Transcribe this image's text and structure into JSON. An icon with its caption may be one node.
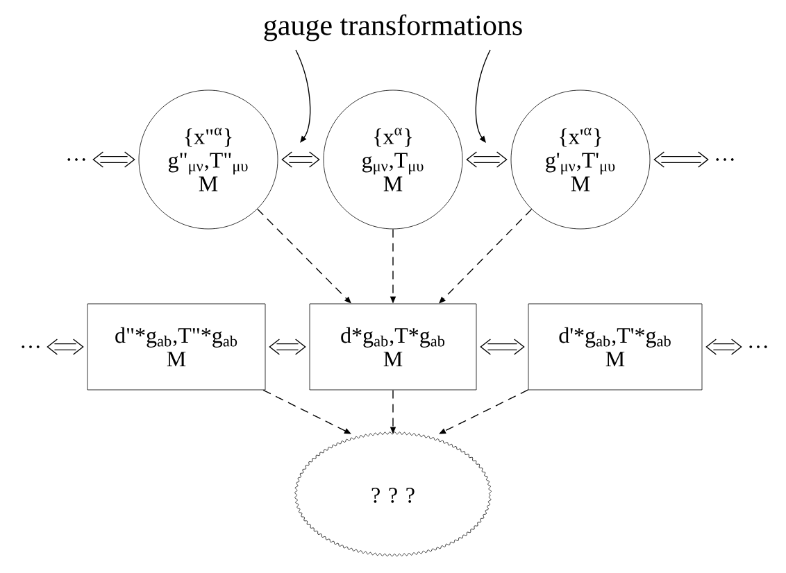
{
  "diagram": {
    "nodes": [
      {
        "text": [
          "gauge transformations"
        ]
      },
      {
        "text": [
          "…"
        ]
      },
      {
        "text": [
          "{x\"$^{α}$}",
          "g\"$_{μν}$,T\"$_{μυ}$",
          "M"
        ]
      },
      {
        "text": [
          "{x$^{α}$}",
          "g$_{μν}$,T$_{μυ}$",
          "M"
        ]
      },
      {
        "text": [
          "{x'$^{α}$}",
          "g'$_{μν}$,T'$_{μυ}$",
          "M"
        ]
      },
      {
        "text": [
          "…"
        ]
      },
      {
        "text": [
          "…"
        ]
      },
      {
        "text": [
          "d\"*g$_{ab}$,T\"*g$_{ab}$",
          "M"
        ]
      },
      {
        "text": [
          "d*g$_{ab}$,T*g$_{ab}$",
          "M"
        ]
      },
      {
        "text": [
          "d'*g$_{ab}$,T'*g$_{ab}$",
          "M"
        ]
      },
      {
        "text": [
          "…"
        ]
      },
      {
        "text": [
          "? ? ?"
        ]
      }
    ],
    "edges": [
      {
        "from": 1,
        "to": 2,
        "arrow": "both"
      },
      {
        "from": 2,
        "to": 3,
        "arrow": "both"
      },
      {
        "from": 3,
        "to": 4,
        "arrow": "both"
      },
      {
        "from": 4,
        "to": 5,
        "arrow": "both"
      },
      {
        "from": 6,
        "to": 7,
        "arrow": "both"
      },
      {
        "from": 7,
        "to": 8,
        "arrow": "both"
      },
      {
        "from": 8,
        "to": 9,
        "arrow": "both"
      },
      {
        "from": 9,
        "to": 10,
        "arrow": "both"
      },
      {
        "from": 0,
        "to": null,
        "arrow": "to"
      },
      {
        "from": 0,
        "to": null,
        "arrow": "to"
      },
      {
        "from": 2,
        "to": 8,
        "arrow": "to",
        "style": "dashed"
      },
      {
        "from": 3,
        "to": 8,
        "arrow": "to",
        "style": "dashed"
      },
      {
        "from": 4,
        "to": 8,
        "arrow": "to",
        "style": "dashed"
      },
      {
        "from": 7,
        "to": 11,
        "arrow": "to",
        "style": "dashed"
      },
      {
        "from": 8,
        "to": 11,
        "arrow": "to",
        "style": "dashed"
      },
      {
        "from": 9,
        "to": 11,
        "arrow": "to",
        "style": "dashed"
      }
    ]
  }
}
